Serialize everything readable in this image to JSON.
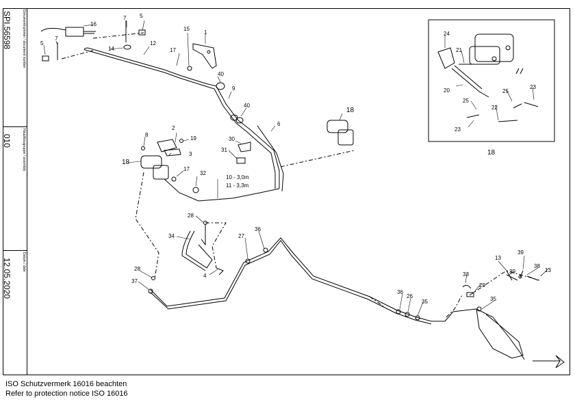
{
  "title_block": {
    "doc_number_label": "Dokumentnummer / document number",
    "doc_number": "SPI.56598",
    "assembly_label": "Hauptbaugruppe / assembly",
    "assembly": "010",
    "date_label": "Datum / date",
    "date": "12.05.2020"
  },
  "callouts": [
    "1",
    "2",
    "3",
    "4",
    "5",
    "6",
    "7",
    "8",
    "9",
    "10 - 3,0m",
    "11 - 3,3m",
    "12",
    "13",
    "14",
    "15",
    "16",
    "17",
    "18",
    "19",
    "20",
    "21",
    "22",
    "23",
    "24",
    "25",
    "26",
    "27",
    "28",
    "29",
    "30",
    "31",
    "32",
    "33",
    "34",
    "35",
    "36",
    "37",
    "38",
    "39",
    "40"
  ],
  "detail_caption": "18",
  "footer": {
    "line1": "ISO Schutzvermerk 16016 beachten",
    "line2": "Refer to protection notice ISO 16016"
  }
}
